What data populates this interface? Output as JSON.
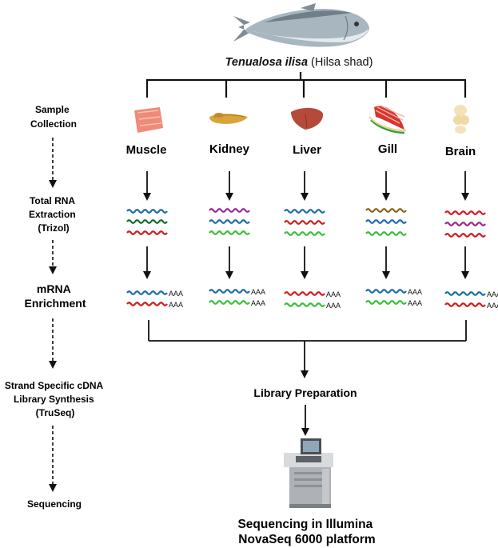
{
  "title": {
    "species_italic": "Tenualosa ilisa",
    "common_name": "(Hilsa shad)"
  },
  "steps": [
    {
      "lines": [
        "Sample",
        "Collection"
      ]
    },
    {
      "lines": [
        "Total RNA",
        "Extraction",
        "(Trizol)"
      ]
    },
    {
      "lines": [
        "mRNA",
        "Enrichment"
      ]
    },
    {
      "lines": [
        "Strand Specific cDNA",
        "Library Synthesis",
        "(TruSeq)"
      ]
    },
    {
      "lines": [
        "Sequencing"
      ]
    }
  ],
  "tissues": [
    {
      "label": "Muscle",
      "icon": "muscle-icon",
      "rna_colors": [
        "#1f6fa8",
        "#1f6b33",
        "#d11f1f"
      ],
      "mrna_colors": [
        "#1f6fa8",
        "#d11f1f"
      ]
    },
    {
      "label": "Kidney",
      "icon": "kidney-icon",
      "rna_colors": [
        "#9a2a9a",
        "#1f6fa8",
        "#3cbf3c"
      ],
      "mrna_colors": [
        "#1f6fa8",
        "#3cbf3c"
      ]
    },
    {
      "label": "Liver",
      "icon": "liver-icon",
      "rna_colors": [
        "#1f6fa8",
        "#d11f1f",
        "#3cbf3c"
      ],
      "mrna_colors": [
        "#d11f1f",
        "#3cbf3c"
      ]
    },
    {
      "label": "Gill",
      "icon": "gill-icon",
      "rna_colors": [
        "#8a6a1a",
        "#1f6fa8",
        "#3cbf3c"
      ],
      "mrna_colors": [
        "#1f6fa8",
        "#3cbf3c"
      ]
    },
    {
      "label": "Brain",
      "icon": "brain-icon",
      "rna_colors": [
        "#d11f1f",
        "#9a2a9a",
        "#d11f1f"
      ],
      "mrna_colors": [
        "#1f6fa8",
        "#d11f1f"
      ]
    }
  ],
  "polyA_label": "AAA",
  "library_prep": "Library Preparation",
  "sequencer_caption": [
    "Sequencing in Illumina",
    "NovaSeq 6000 platform"
  ],
  "icons": [
    "fish-icon",
    "sequencer-icon"
  ]
}
